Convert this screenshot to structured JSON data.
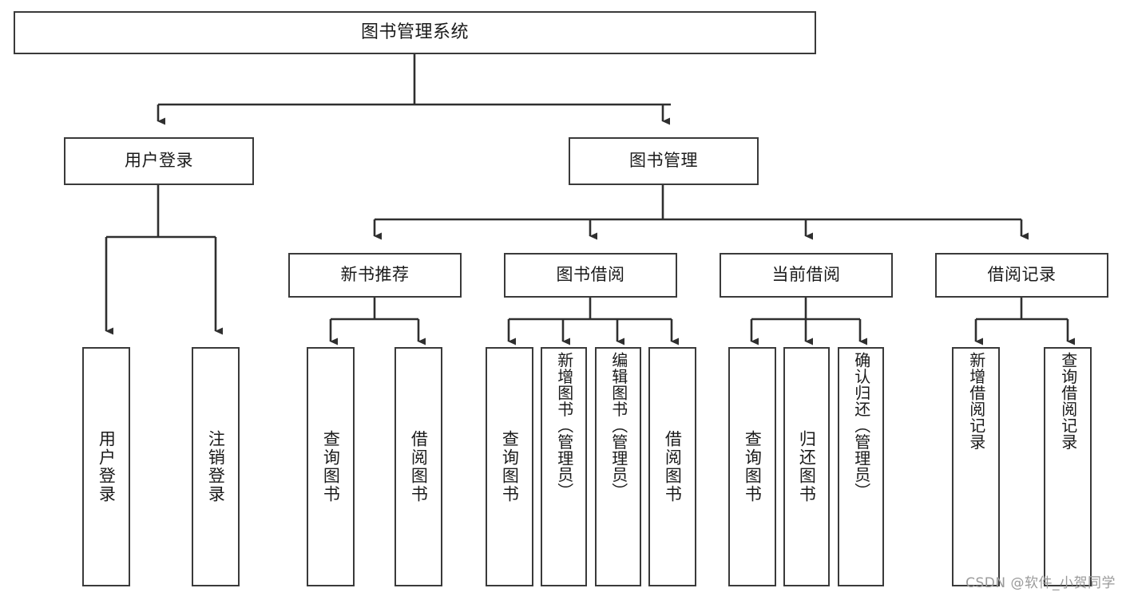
{
  "diagram": {
    "title": "图书管理系统",
    "type": "tree-hierarchy",
    "watermark": "CSDN @软件_小贺同学",
    "colors": {
      "background": "#ffffff",
      "border": "#3a3a3a",
      "text": "#1a1a1a",
      "edge": "#2f2f2f",
      "watermark": "#9a9a9a"
    }
  },
  "nodes": {
    "root": {
      "label": "图书管理系统"
    },
    "level2": [
      {
        "label": "用户登录"
      },
      {
        "label": "图书管理"
      }
    ],
    "level3": [
      {
        "label": "新书推荐"
      },
      {
        "label": "图书借阅"
      },
      {
        "label": "当前借阅"
      },
      {
        "label": "借阅记录"
      }
    ],
    "leaves": {
      "user_login": [
        {
          "label": "用户登录"
        },
        {
          "label": "注销登录"
        }
      ],
      "new_book_recommend": [
        {
          "label": "查询图书"
        },
        {
          "label": "借阅图书"
        }
      ],
      "book_borrow": [
        {
          "label": "查询图书"
        },
        {
          "label": "新增图书（管理员）"
        },
        {
          "label": "编辑图书（管理员）"
        },
        {
          "label": "借阅图书"
        }
      ],
      "current_borrow": [
        {
          "label": "查询图书"
        },
        {
          "label": "归还图书"
        },
        {
          "label": "确认归还（管理员）"
        }
      ],
      "borrow_record": [
        {
          "label": "新增借阅记录"
        },
        {
          "label": "查询借阅记录"
        }
      ]
    }
  }
}
